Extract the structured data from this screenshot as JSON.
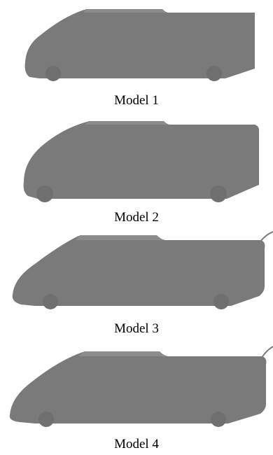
{
  "colors": {
    "vehicle_body": "#7a7a7a",
    "vehicle_roof": "#8c8c8c",
    "wheel": "#6f6f6f",
    "caption_text": "#000000"
  },
  "models": [
    {
      "label": "Model 1",
      "shape": "van-flat-rear"
    },
    {
      "label": "Model 2",
      "shape": "van-flat-rear"
    },
    {
      "label": "Model 3",
      "shape": "van-curved-rear-edge"
    },
    {
      "label": "Model 4",
      "shape": "van-curved-rear-edge"
    }
  ]
}
